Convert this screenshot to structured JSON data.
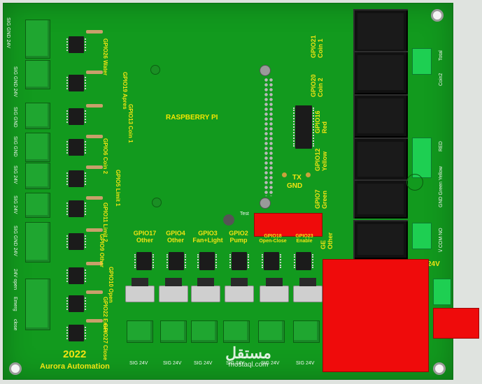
{
  "board": {
    "year": "2022",
    "brand": "Aurora Automation",
    "center_label": "RASPBERRY PI",
    "tx_label": "TX",
    "gnd_label": "GND",
    "test_label": "Test"
  },
  "left_inputs": [
    {
      "gpio": "GPIO26",
      "name": "Water",
      "pins": "SIG GND 24V"
    },
    {
      "gpio": "GPIO19",
      "name": "Apres",
      "pins": "SIG GND 24V"
    },
    {
      "gpio": "GPIO13",
      "name": "Coin 1",
      "pins": "SIG GND"
    },
    {
      "gpio": "GPIO6",
      "name": "Coin 2",
      "pins": "SIG GND"
    },
    {
      "gpio": "GPIO5",
      "name": "Limit 1",
      "pins": "SIG 24V"
    },
    {
      "gpio": "GPIO11",
      "name": "Limit 2",
      "pins": "SIG 24V"
    },
    {
      "gpio": "GPIO9",
      "name": "Other",
      "pins": "SIG GND 24V"
    },
    {
      "gpio": "GPIO10",
      "name": "Open",
      "pins": "24V open"
    },
    {
      "gpio": "GPIO22",
      "name": "Emer",
      "pins": "Emerg"
    },
    {
      "gpio": "GPIO27",
      "name": "Close",
      "pins": "close"
    }
  ],
  "bottom_outputs": [
    {
      "gpio": "GPIO17",
      "name": "Other",
      "pins": "SIG 24V"
    },
    {
      "gpio": "GPIO4",
      "name": "Other",
      "pins": "SIG 24V"
    },
    {
      "gpio": "GPIO3",
      "name": "Fan+Light",
      "pins": "SIG 24V"
    },
    {
      "gpio": "GPIO2",
      "name": "Pump",
      "pins": "SIG 24V"
    },
    {
      "gpio": "GPIO18",
      "name": "Open-Close",
      "pins": "SIG 24V"
    },
    {
      "gpio": "GPIO23",
      "name": "Enable",
      "pins": "SIG 24V"
    }
  ],
  "right_relays": [
    {
      "gpio": "GPIO21",
      "name": "Coin 1"
    },
    {
      "gpio": "GPIO20",
      "name": "Coin 2"
    },
    {
      "gpio": "GPIO16",
      "name": "Red"
    },
    {
      "gpio": "GPIO12",
      "name": "Yellow"
    },
    {
      "gpio": "GPIO7",
      "name": "Green"
    },
    {
      "gpio": "GE",
      "name": "Other"
    }
  ],
  "right_edge_labels": {
    "top": "Total",
    "coin2": "Coin2",
    "red": "RED",
    "colors": "GND  Green  Yellow",
    "relay": "\\/  COM  NO"
  },
  "power_label": "24V",
  "watermark": {
    "main": "مستقل",
    "sub": "mostaql.com"
  }
}
